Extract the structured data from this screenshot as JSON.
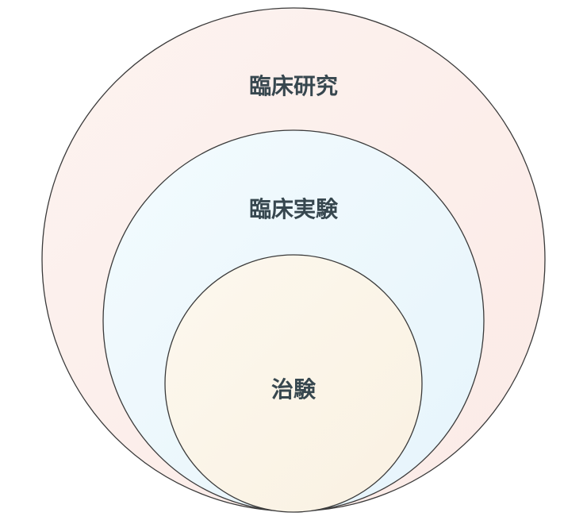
{
  "diagram": {
    "circles": [
      {
        "label": "臨床研究",
        "fill_start": "#fdf3f0",
        "fill_end": "#fbeae6"
      },
      {
        "label": "臨床実験",
        "fill_start": "#f3fbfe",
        "fill_end": "#e6f4fb"
      },
      {
        "label": "治験",
        "fill_start": "#fcf8ee",
        "fill_end": "#faf1e2"
      }
    ],
    "stroke_color": "#3a3a3a",
    "text_color": "#37474f"
  }
}
